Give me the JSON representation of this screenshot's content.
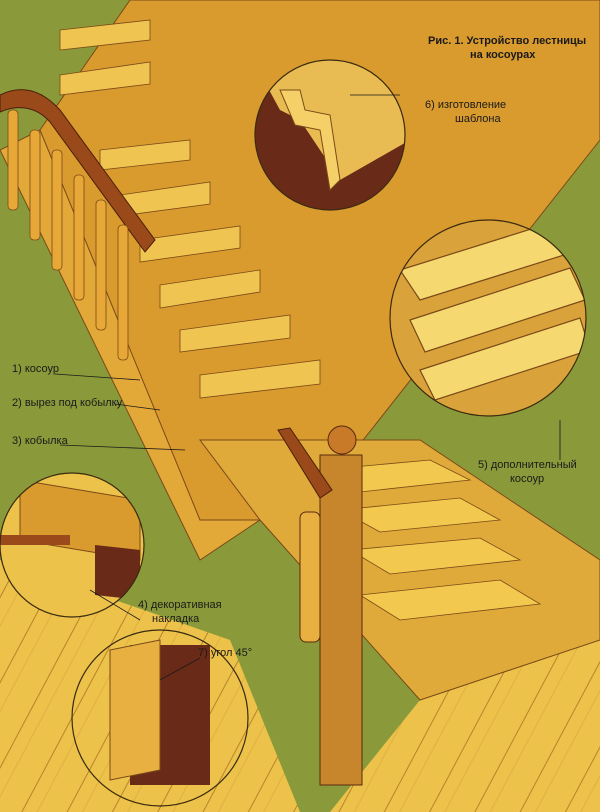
{
  "title": {
    "line1": "Рис. 1. Устройство лестницы",
    "line2": "на косоурах"
  },
  "labels": {
    "stringer": "1) косоур",
    "cutout": "2) вырез под кобылку",
    "kobylka": "3) кобылка",
    "overlay_line1": "4) декоративная",
    "overlay_line2": "накладка",
    "extra_line1": "5) дополнительный",
    "extra_line2": "косоур",
    "template_line1": "6) изготовление",
    "template_line2": "шаблона",
    "angle": "7) угол 45°"
  },
  "colors": {
    "background": "#8a9a3a",
    "wood_light": "#f0c84a",
    "wood_mid": "#d89a2c",
    "wood_dark": "#a8621c",
    "handrail": "#9a4a1a",
    "shadow": "#5a2a14"
  }
}
